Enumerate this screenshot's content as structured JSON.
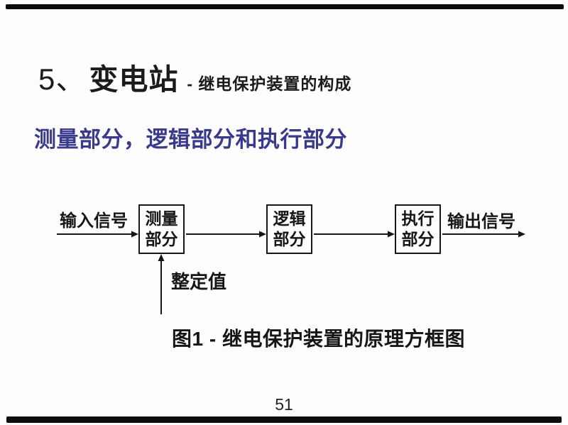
{
  "slide": {
    "title": {
      "number": "5、",
      "main": "变电站",
      "suffix": "- 继电保护装置的构成"
    },
    "subtitle": "测量部分，逻辑部分和执行部分",
    "colors": {
      "subtitle_accent": "#3a3a8c",
      "text": "#161616",
      "frame_bars": "#0c0c0c"
    },
    "diagram": {
      "input_label": "输入信号",
      "output_label": "输出信号",
      "setting_label": "整定值",
      "blocks": [
        {
          "line1": "测量",
          "line2": "部分"
        },
        {
          "line1": "逻辑",
          "line2": "部分"
        },
        {
          "line1": "执行",
          "line2": "部分"
        }
      ],
      "caption": "图1 - 继电保护装置的原理方框图"
    },
    "page_number": "51"
  }
}
